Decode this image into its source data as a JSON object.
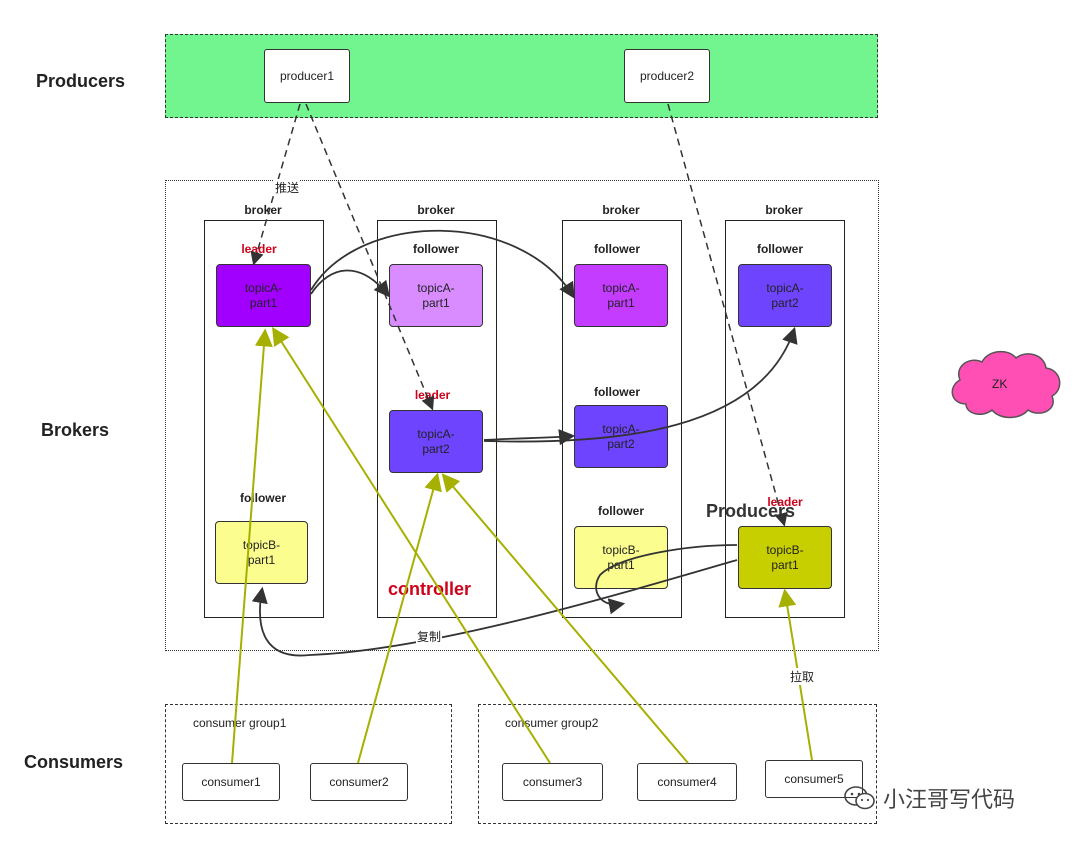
{
  "labels": {
    "producers": "Producers",
    "brokers": "Brokers",
    "consumers": "Consumers",
    "producers_overlay": "Producers",
    "controller": "controller",
    "push": "推送",
    "replicate": "复制",
    "pull": "拉取",
    "zk": "ZK",
    "watermark": "小汪哥写代码"
  },
  "producers": [
    "producer1",
    "producer2"
  ],
  "brokers": [
    {
      "title": "broker",
      "slots": [
        {
          "role": "leader",
          "type": "leader",
          "node": "topicA-\npart1",
          "color": "#a100ff"
        },
        {
          "role": "follower",
          "type": "follower",
          "node": "topicB-\npart1",
          "color": "#fbfd8e"
        }
      ]
    },
    {
      "title": "broker",
      "slots": [
        {
          "role": "follower",
          "type": "follower",
          "node": "topicA-\npart1",
          "color": "#d88cff"
        },
        {
          "role": "leader",
          "type": "leader",
          "node": "topicA-\npart2",
          "color": "#6e44ff"
        }
      ]
    },
    {
      "title": "broker",
      "slots": [
        {
          "role": "follower",
          "type": "follower",
          "node": "topicA-\npart1",
          "color": "#c43cff"
        },
        {
          "role": "follower",
          "type": "follower",
          "node": "topicA-\npart2",
          "color": "#6e44ff"
        },
        {
          "role": "follower",
          "type": "follower",
          "node": "topicB-\npart1",
          "color": "#fbfd8e"
        }
      ]
    },
    {
      "title": "broker",
      "slots": [
        {
          "role": "follower",
          "type": "follower",
          "node": "topicA-\npart2",
          "color": "#6e44ff"
        },
        {
          "role": "leader",
          "type": "leader",
          "node": "topicB-\npart1",
          "color": "#c8cf00"
        }
      ]
    }
  ],
  "consumer_groups": [
    {
      "name": "consumer group1",
      "consumers": [
        "consumer1",
        "consumer2"
      ]
    },
    {
      "name": "consumer group2",
      "consumers": [
        "consumer3",
        "consumer4",
        "consumer5"
      ]
    }
  ],
  "colors": {
    "producer_band": "#72f58e",
    "zk": "#ff4fb4",
    "consume_arrow": "#a6b000",
    "leader_text": "#d0021b",
    "replication": "#333333"
  }
}
